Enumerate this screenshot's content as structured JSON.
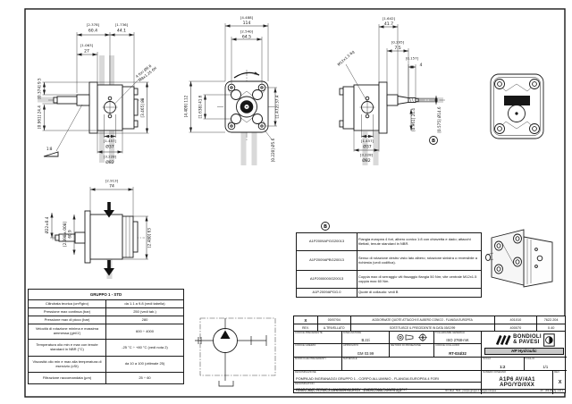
{
  "page": {
    "marker_b": "B"
  },
  "colors": {
    "line": "#1a1a1a",
    "band": "#d9d9d9",
    "dark": "#161616",
    "bg": "#ffffff"
  },
  "dims": {
    "v1": {
      "t1b": "[2.378]",
      "t1v": "60.4",
      "t2b": "[1.736]",
      "t2v": "44.1",
      "t3b": "[1.063]",
      "t3v": "27",
      "l1": "[0.374] 9.5",
      "l2": "[0.961] 24.4",
      "r1": "[3.465] 88",
      "b1b": "[1.457]",
      "b1v": "Ø37",
      "b2b": "[3.228]",
      "b2v": "Ø82",
      "note1": "4 fori Ø6.6",
      "note2": "M8x1.25 6H",
      "taper": "1:8"
    },
    "v2": {
      "t1b": "[4.488]",
      "t1v": "114",
      "t2b": "[2.540]",
      "t2v": "64.5",
      "lo": "[4.409] 112",
      "li": "[1.638] 41.6",
      "r": "[1.472] 37.4",
      "b": "[0.220] Ø5.6"
    },
    "v3": {
      "tb": "[1.642]",
      "tv": "41.7",
      "r1b": "[0.295]",
      "r1v": "7.5",
      "r2b": "[0.157]",
      "r2v": "4",
      "shaft": "[0.575] Ø14.6",
      "mid": "[0.961] 24.4",
      "b1b": "[1.457]",
      "b1v": "Ø37",
      "b2b": "[3.228]",
      "b2v": "Ø82",
      "note": "M12x1.5 6g"
    },
    "v5": {
      "tb": "[2.913]",
      "tv": "74",
      "l1": "Ø22±0.4",
      "l2b": "[2.398±.008]",
      "l2v": "60.9",
      "r1": "[2.480] 63"
    }
  },
  "notes_table": {
    "rows": [
      {
        "code": "A1P2009APGG20013",
        "desc": "Flangia europea 4 fori, albero conico 1:8 con chiavetta e dado; attacchi filettati, tenute standard in NBR."
      },
      {
        "code": "A1P2009APBG20013",
        "desc": "Senso di rotazione destro visto lato albero; rotazione sinistra o reversibile a richiesta (vedi codifica)."
      },
      {
        "code": "A1P2000000G20013",
        "desc": "Coppia max di serraggio viti fissaggio flangia 50 Nm; vite centrale M12x1.5 coppia max 60 Nm."
      },
      {
        "code": "A1P.2009APGG.0",
        "desc": "Quote di collaudo: vedi B"
      }
    ]
  },
  "spec_table": {
    "header": "GRUPPO 1 - STD",
    "rows": [
      {
        "p": "Cilindrata teorica (cm³/giro)",
        "v": "da 1.1 a 9.8 (vedi tabella)"
      },
      {
        "p": "Pressione max continua (bar)",
        "v": "250 (vedi tab.)"
      },
      {
        "p": "Pressione max di picco (bar)",
        "v": "280"
      },
      {
        "p": "Velocità di rotazione minima e massima ammessa (giri/1')",
        "v": "600 ÷ 4000"
      },
      {
        "p": "Temperatura olio min e max con tenute standard in NBR (°C)",
        "v": "-25 °C ÷ +80 °C (vedi nota 2)"
      },
      {
        "p": "Viscosità olio min e max alla temperatura di esercizio (cSt)",
        "v": "da 10 a 100 (ottimale 25)"
      },
      {
        "p": "Filtrazione raccomandata (µm)",
        "v": "25 ÷ 60"
      }
    ]
  },
  "titleblock": {
    "rev_rows": [
      {
        "rev": "X",
        "date": "00/07/04",
        "desc": "AGGIORNATE QUOTE ATTACCHI E ALBERO CONICO - FLANGIA EUROPEA",
        "code": "401010",
        "num": "7622.204"
      },
      {
        "rev": "REV.",
        "date": "A.TRIVELLATO",
        "desc": "SOSTITUISCE IL PRECEDENTE IN DATA 03/02/99",
        "code": "400070",
        "num": "0.40"
      }
    ],
    "fields": {
      "c1c_l": "CODICE PRECEDENTE",
      "c2c_l": "DISEGNATORE",
      "c2c_v": "B.zzi",
      "c4c_l": "TOLLERANZE GENERALI",
      "c4c_v": "ISO 2768-mK",
      "c1d_l": "CODICE GREZZO",
      "c2d_l": "APPROVATO",
      "c2d_v": "GM 03.99",
      "c3d_l": "METODO DI PROIEZIONE",
      "c4d_l": "CODICE COLLAUDO",
      "c4d_v": "RT-034/32",
      "c1e_l": "MODIFICHE PRECEDENTI",
      "c2e_l": "MATERIALE"
    },
    "scale_l": "SCALA",
    "scale_v": "1:2",
    "sheet_l": "FOGLIO",
    "sheet_v": "1/1",
    "title1_l": "DENOMINAZIONE",
    "title1": "POMPA AD INGRANAGGI GRUPPO 1 - CORPO ALLUMINIO - FLANGIA EUROPEA 4 FORI",
    "title2_l": "DENOMINATION",
    "title2": "GEAR PUMP GROUP 1 - ALUMINIUM BODY - EUROPEAN FLANGE 4 BOLT",
    "num_l": "NUMERO DISEGNO",
    "num": "A1P6 AV/4A1 APG/YD/0XX",
    "rev_l": "REV.",
    "rev": "X",
    "logo_line1": "BONDIOLI",
    "logo_line2": "& PAVESI",
    "logo_sub": "HP Hydraulic",
    "strip_left": "Il presente disegno è di proprietà della Bondioli & Pavesi S.p.A. - riproduzione vietata a termini di legge",
    "strip_mid": "Rif. Mod. 7622 - pompa gruppo 1 flangia europea",
    "strip_right": "A3 - UNI 936 fg. 1 di 1"
  }
}
